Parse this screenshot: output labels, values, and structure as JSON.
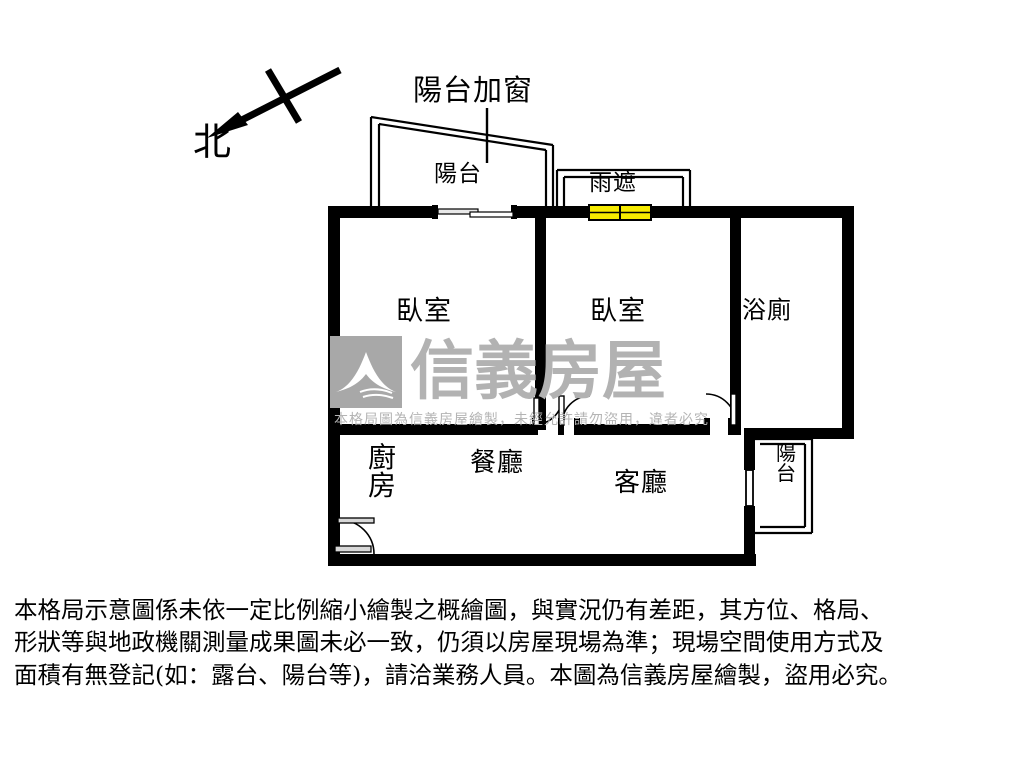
{
  "document": {
    "type": "floor-plan",
    "orientation_marker": {
      "label": "北",
      "direction": "arrow points to lower-left (southwest on page)"
    }
  },
  "annotations": {
    "balcony_window": "陽台加窗"
  },
  "rooms": [
    {
      "key": "balcony_top",
      "label": "陽台",
      "name": "top-balcony"
    },
    {
      "key": "rain_shield",
      "label": "雨遮",
      "name": "rain-shield"
    },
    {
      "key": "bedroom_1",
      "label": "臥室",
      "name": "bedroom-left"
    },
    {
      "key": "bedroom_2",
      "label": "臥室",
      "name": "bedroom-right"
    },
    {
      "key": "bathroom",
      "label": "浴廁",
      "name": "bathroom"
    },
    {
      "key": "kitchen",
      "label": "廚房",
      "name": "kitchen"
    },
    {
      "key": "dining",
      "label": "餐廳",
      "name": "dining-room"
    },
    {
      "key": "living",
      "label": "客廳",
      "name": "living-room"
    },
    {
      "key": "balcony_right",
      "label": "陽台",
      "name": "right-balcony"
    }
  ],
  "labels": {
    "north": "北",
    "balcony_window": "陽台加窗",
    "balcony_top": "陽台",
    "rain_shield": "雨遮",
    "bedroom_1": "臥室",
    "bedroom_2": "臥室",
    "bathroom": "浴廁",
    "kitchen": "廚房",
    "dining": "餐廳",
    "living": "客廳",
    "balcony_right": "陽台"
  },
  "watermark": {
    "brand": "信義房屋",
    "fineprint": "本格局圖為信義房屋繪製，未經允許請勿盜用，違者必究"
  },
  "disclaimer": {
    "line1": "本格局示意圖係未依一定比例縮小繪製之概繪圖，與實況仍有差距，其方位、格局、",
    "line2": "形狀等與地政機關測量成果圖未必一致，仍須以房屋現場為準；現場空間使用方式及",
    "line3": "面積有無登記(如：露台、陽台等)，請洽業務人員。本圖為信義房屋繪製，盜用必究。"
  },
  "colors": {
    "wall": "#000000",
    "background": "#ffffff",
    "window_highlight": "#f5ea00",
    "watermark_gray": "#b2b2b2",
    "thin_line": "#000000"
  }
}
